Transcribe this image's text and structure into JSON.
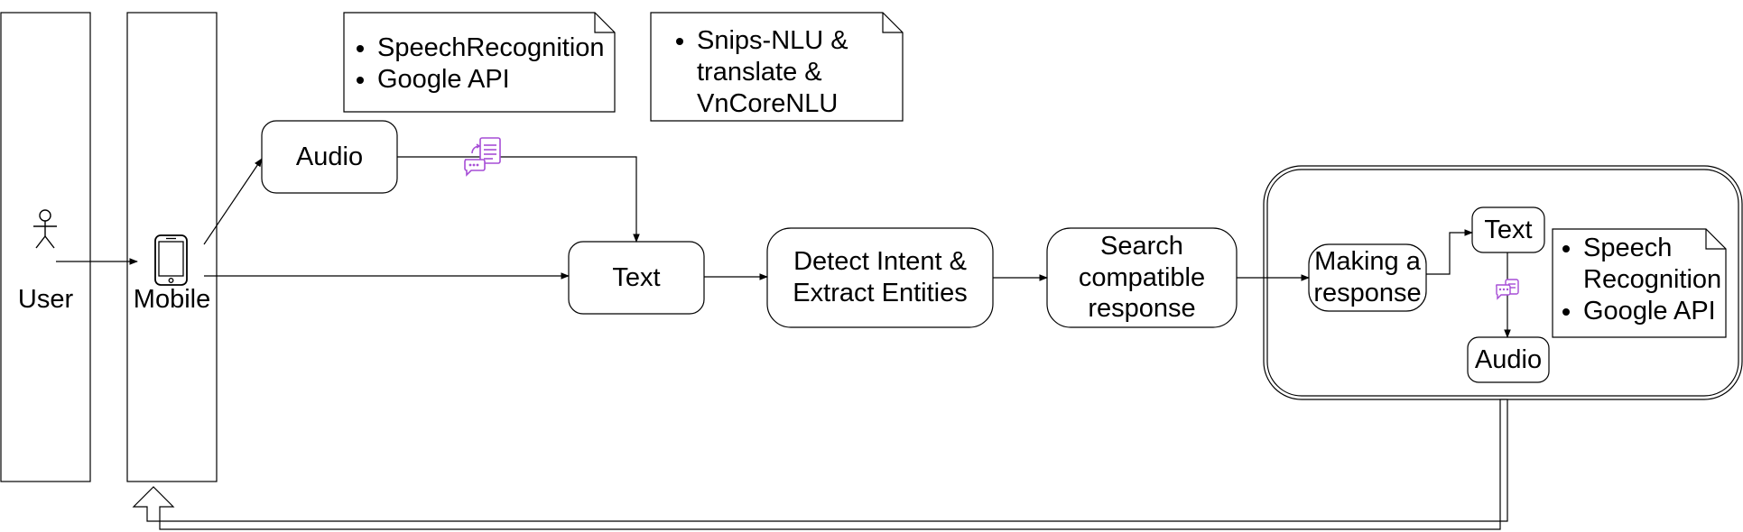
{
  "lanes": {
    "user": "User",
    "mobile": "Mobile"
  },
  "nodes": {
    "audio_input": "Audio",
    "text_main": "Text",
    "detect": [
      "Detect Intent &",
      "Extract Entities"
    ],
    "search": [
      "Search",
      "compatible",
      "response"
    ],
    "making": [
      "Making a",
      "response"
    ],
    "text_response": "Text",
    "audio_output": "Audio"
  },
  "notes": {
    "stt": [
      "SpeechRecognition",
      "Google API"
    ],
    "nlu": [
      "Snips-NLU &",
      "translate &",
      "VnCoreNLU"
    ],
    "tts": [
      [
        "Speech",
        "Recognition"
      ],
      "Google API"
    ]
  },
  "icons": {
    "speech_to_text": "speech-to-text-icon",
    "text_to_speech": "text-to-speech-icon",
    "actor": "user-actor-icon",
    "phone": "mobile-phone-icon"
  },
  "colors": {
    "stroke": "#000000",
    "icon": "#a64dd6"
  }
}
